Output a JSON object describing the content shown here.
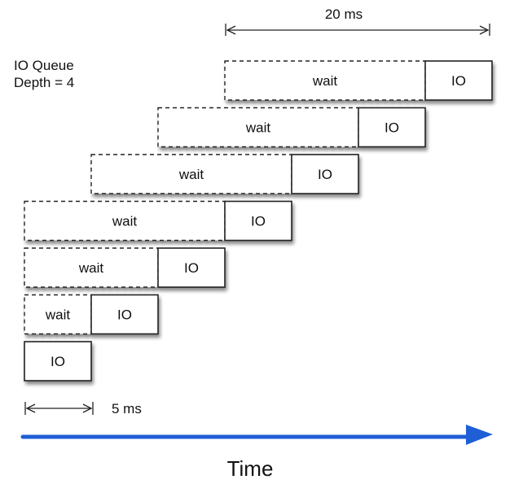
{
  "queue_label": {
    "line1": "IO Queue",
    "line2": "Depth = 4"
  },
  "timeline": [
    {
      "wait": "",
      "io": "IO"
    },
    {
      "wait": "wait",
      "io": "IO"
    },
    {
      "wait": "wait",
      "io": "IO"
    },
    {
      "wait": "wait",
      "io": "IO"
    },
    {
      "wait": "wait",
      "io": "IO"
    },
    {
      "wait": "wait",
      "io": "IO"
    },
    {
      "wait": "wait",
      "io": "IO"
    }
  ],
  "dimensions": {
    "short_label": "5 ms",
    "long_label": "20 ms"
  },
  "axis_label": "Time",
  "colors": {
    "time_arrow": "#1f5fd6",
    "box_stroke": "#222222",
    "shadow": "#9a9a9a"
  }
}
